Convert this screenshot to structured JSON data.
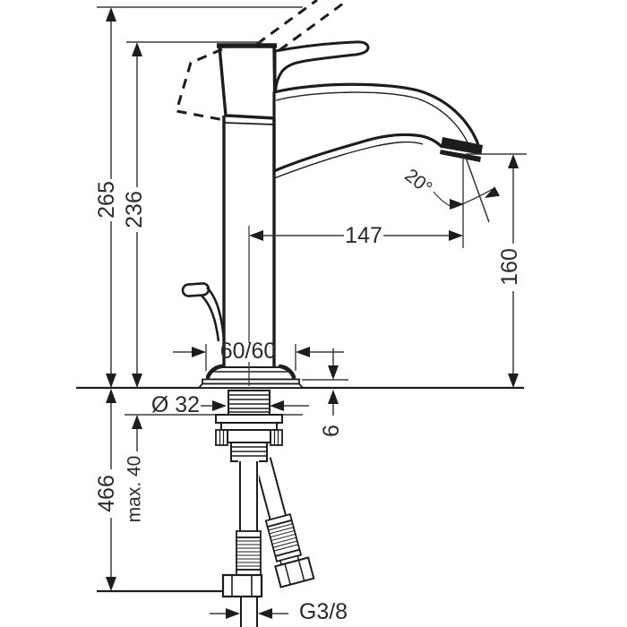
{
  "drawing": {
    "subject": "single-lever basin mixer faucet, side elevation with installation dimensions",
    "dimensions": {
      "overall_height": "265",
      "height_to_spout_top": "236",
      "spout_reach": "147",
      "outlet_height_above_deck": "160",
      "outlet_angle": "20°",
      "base_footprint": "60/60",
      "mounting_hole_diameter": "Ø 32",
      "base_plate_height": "6",
      "overall_installation_height": "466",
      "max_deck_thickness": "max. 40",
      "supply_connection_thread": "G3/8"
    },
    "colors": {
      "outline": "#1d1d1d",
      "dimension_lines": "#3c3c3c",
      "background": "#ffffff"
    }
  }
}
